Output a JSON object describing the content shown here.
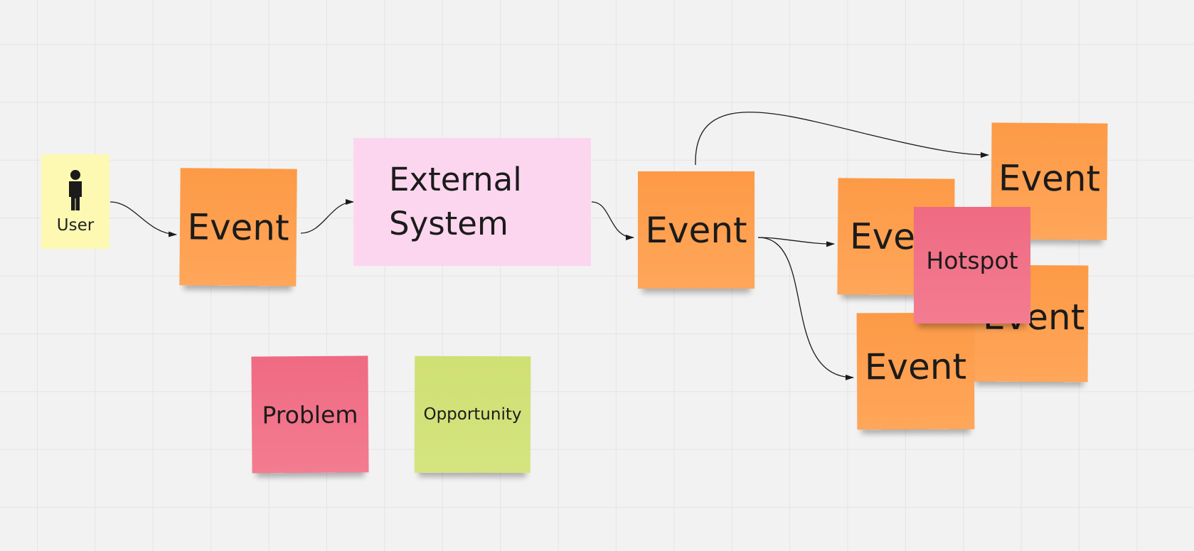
{
  "board": {
    "user_label": "User",
    "external_label": "External System",
    "events": [
      "Event",
      "Event",
      "Event",
      "Event",
      "Event",
      "Event"
    ],
    "hotspot_label": "Hotspot",
    "problem_label": "Problem",
    "opportunity_label": "Opportunity"
  },
  "colors": {
    "event": "#fd9a46",
    "problem": "#ef6a82",
    "opportunity": "#d0e17a",
    "hotspot": "#ef6a82",
    "user": "#fdf9b3",
    "external": "#fcd6ee",
    "canvas": "#f2f2f2"
  }
}
